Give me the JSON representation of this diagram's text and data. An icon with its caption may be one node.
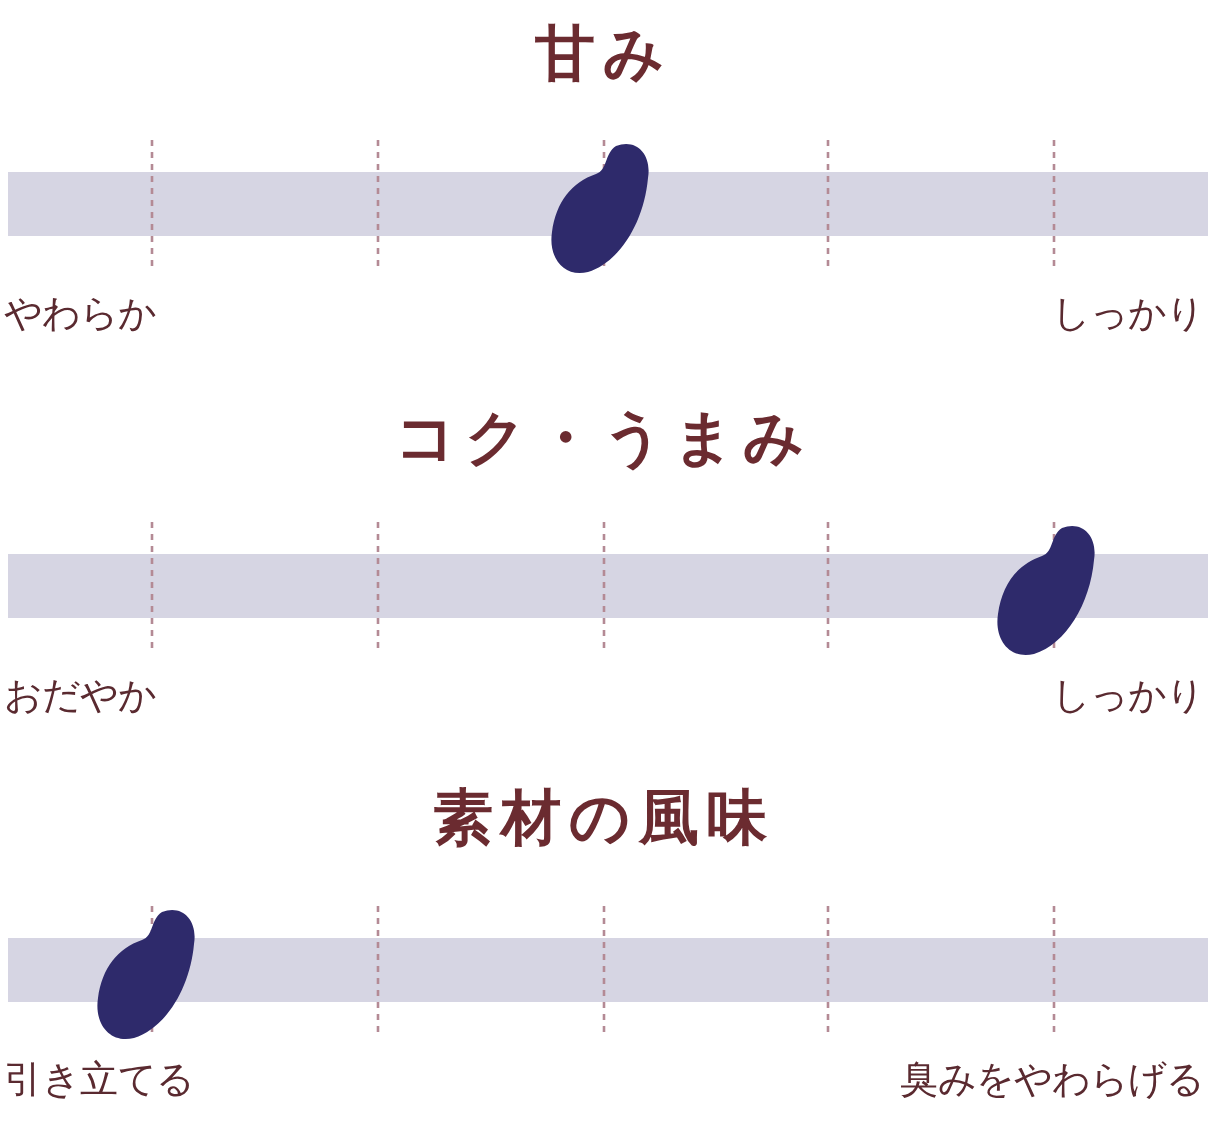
{
  "diagram": {
    "labels": [
      "甘み",
      "やわらか",
      "しっかり",
      "コク・うまみ",
      "おだやか",
      "しっかり",
      "素材の風味",
      "引き立てる",
      "臭みをやわらげる"
    ]
  }
}
